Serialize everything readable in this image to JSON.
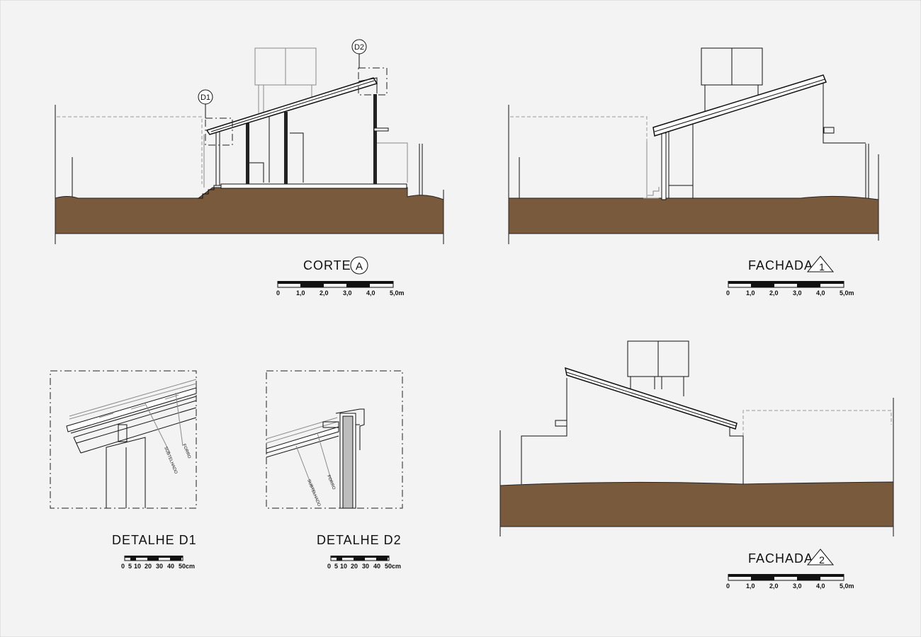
{
  "drawings": {
    "corte_a": {
      "title": "CORTE",
      "mark": "A"
    },
    "fachada_1": {
      "title": "FACHADA",
      "mark": "1"
    },
    "fachada_2": {
      "title": "FACHADA",
      "mark": "2"
    },
    "detalhe_d1": {
      "title": "DETALHE  D1"
    },
    "detalhe_d2": {
      "title": "DETALHE  D2"
    }
  },
  "callouts": {
    "d1": "D1",
    "d2": "D2"
  },
  "detail_notes": {
    "forro": "FORRO",
    "subtelhado": "SUBTELHADO"
  },
  "scales": {
    "meters": [
      "0",
      "1,0",
      "2,0",
      "3,0",
      "4,0",
      "5,0m"
    ],
    "centimeters": [
      "0",
      "5",
      "10",
      "20",
      "30",
      "40",
      "50cm"
    ]
  },
  "colors": {
    "soil": "#7a5a3c",
    "background": "#f3f3f3",
    "line": "#111111"
  }
}
